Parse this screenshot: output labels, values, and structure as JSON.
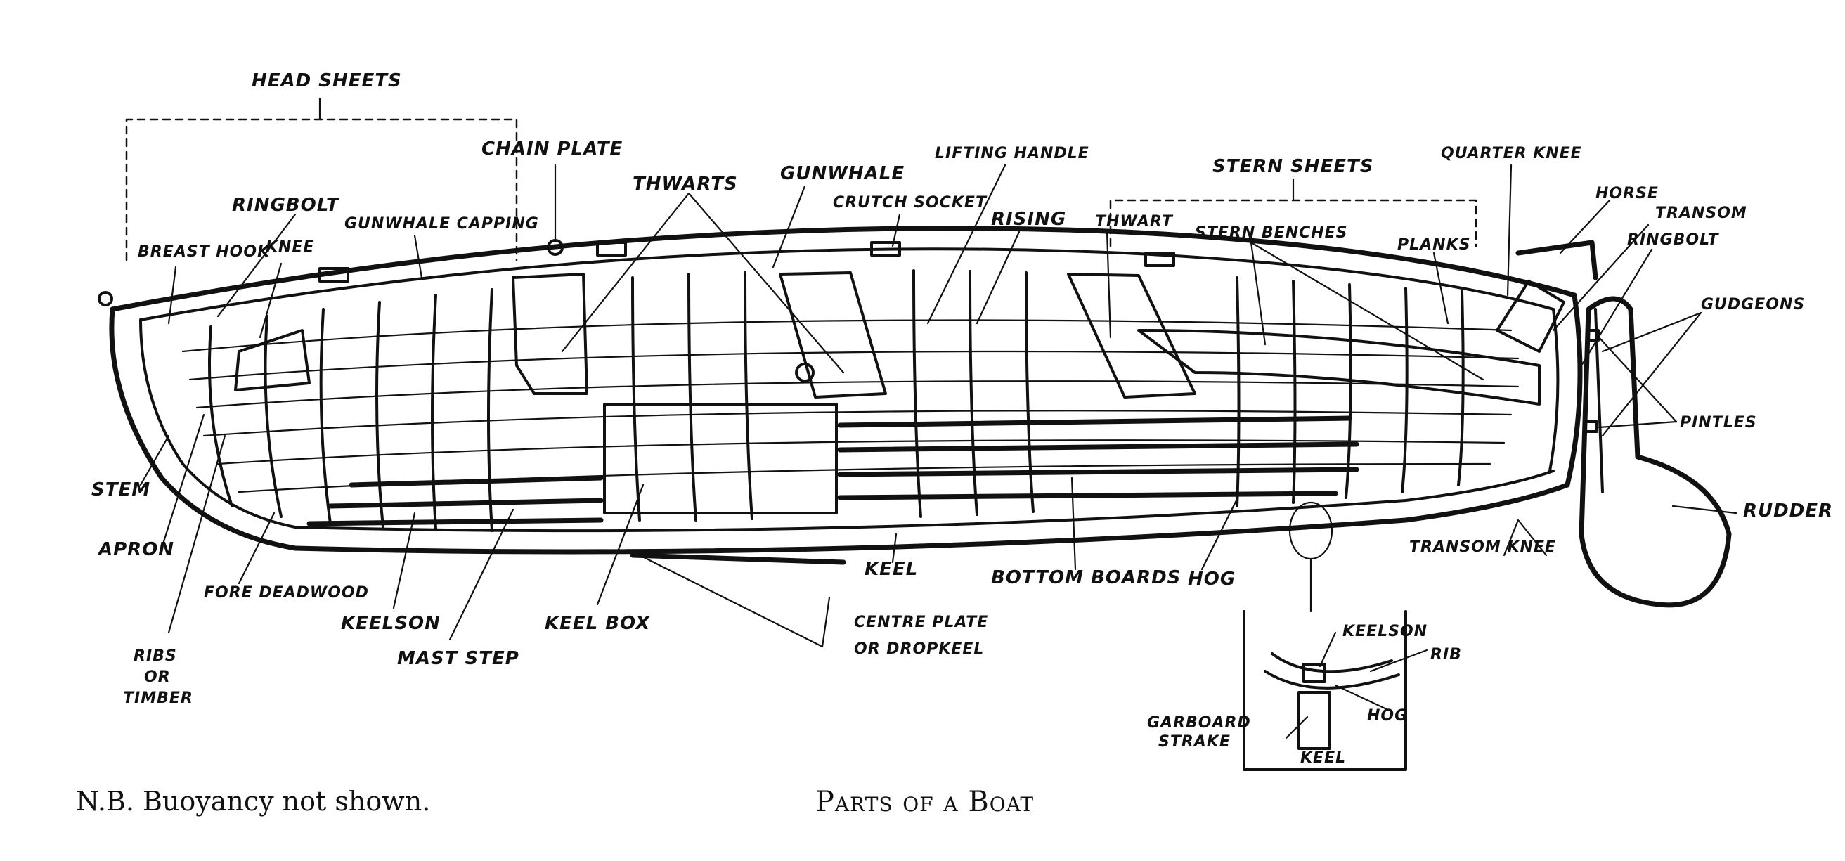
{
  "labels": {
    "head_sheets": "HEAD SHEETS",
    "chain_plate": "CHAIN PLATE",
    "ringbolt_fore": "RINGBOLT",
    "breast_hook": "BREAST HOOK",
    "knee": "KNEE",
    "gunwhale_capping": "GUNWHALE CAPPING",
    "thwarts": "THWARTS",
    "gunwhale": "GUNWHALE",
    "lifting_handle": "LIFTING HANDLE",
    "crutch_socket": "CRUTCH SOCKET",
    "rising": "RISING",
    "stern_sheets": "STERN SHEETS",
    "thwart": "THWART",
    "stern_benches": "STERN BENCHES",
    "planks": "PLANKS",
    "quarter_knee": "QUARTER KNEE",
    "horse": "HORSE",
    "transom": "TRANSOM",
    "ringbolt_aft": "RINGBOLT",
    "gudgeons": "GUDGEONS",
    "pintles": "PINTLES",
    "rudder": "RUDDER",
    "transom_knee": "TRANSOM KNEE",
    "stem": "STEM",
    "apron": "APRON",
    "fore_deadwood": "FORE DEADWOOD",
    "ribs_line1": "RIBS",
    "ribs_line2": "OR",
    "ribs_line3": "TIMBER",
    "keelson": "KEELSON",
    "mast_step": "MAST STEP",
    "keel_box": "KEEL BOX",
    "keel": "KEEL",
    "centre_plate_line1": "CENTRE PLATE",
    "centre_plate_line2": "OR DROPKEEL",
    "bottom_boards": "BOTTOM BOARDS",
    "hog": "HOG"
  },
  "inset": {
    "keelson": "KEELSON",
    "rib": "RIB",
    "garboard_line1": "GARBOARD",
    "garboard_line2": "STRAKE",
    "hog": "HOG",
    "keel": "KEEL"
  },
  "captions": {
    "note": "N.B. Buoyancy not shown.",
    "title": "Parts of a Boat"
  }
}
